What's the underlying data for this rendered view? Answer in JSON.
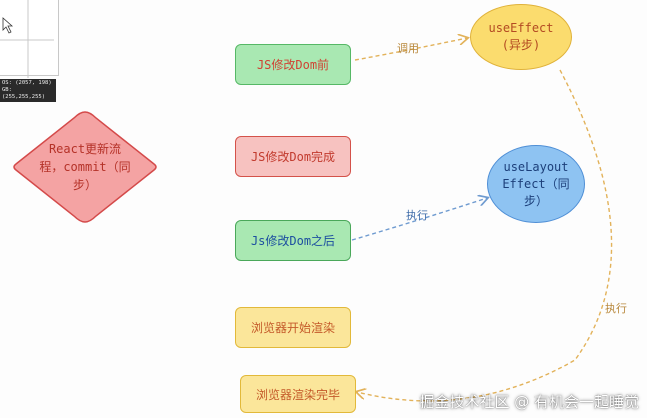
{
  "nodes": {
    "react_update": "React更新流程，commit（同步）",
    "js_before": "JS修改Dom前",
    "js_done": "JS修改Dom完成",
    "js_after": "Js修改Dom之后",
    "browser_start": "浏览器开始渲染",
    "browser_done": "浏览器渲染完毕",
    "use_effect_line1": "useEffect",
    "use_effect_line2": "(异步)",
    "use_layout_line1": "useLayout",
    "use_layout_line2": "Effect（同",
    "use_layout_line3": "步）"
  },
  "edges": {
    "call_label": "调用",
    "exec_label_1": "执行",
    "exec_label_2": "执行"
  },
  "inset": {
    "row1": "OS: (2057, 198)",
    "row2": "GB: (255,255,255)"
  },
  "watermark": "掘金技术社区 @ 有机会一起睡觉"
}
